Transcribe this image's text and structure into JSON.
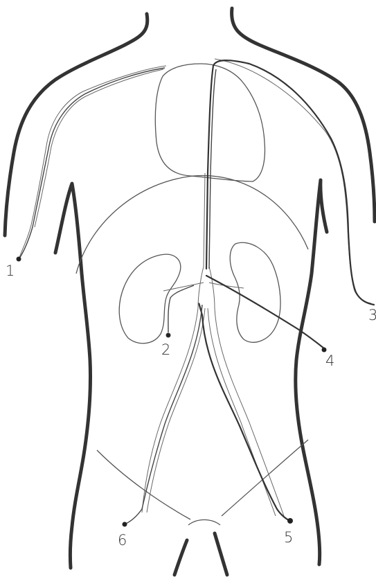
{
  "figure": {
    "callouts": [
      {
        "id": "1",
        "label": "1"
      },
      {
        "id": "2",
        "label": "2"
      },
      {
        "id": "3",
        "label": "3"
      },
      {
        "id": "4",
        "label": "4"
      },
      {
        "id": "5",
        "label": "5"
      },
      {
        "id": "6",
        "label": "6"
      }
    ]
  },
  "colors": {
    "outline": "#333333",
    "vessel": "#666666",
    "background": "#ffffff"
  }
}
